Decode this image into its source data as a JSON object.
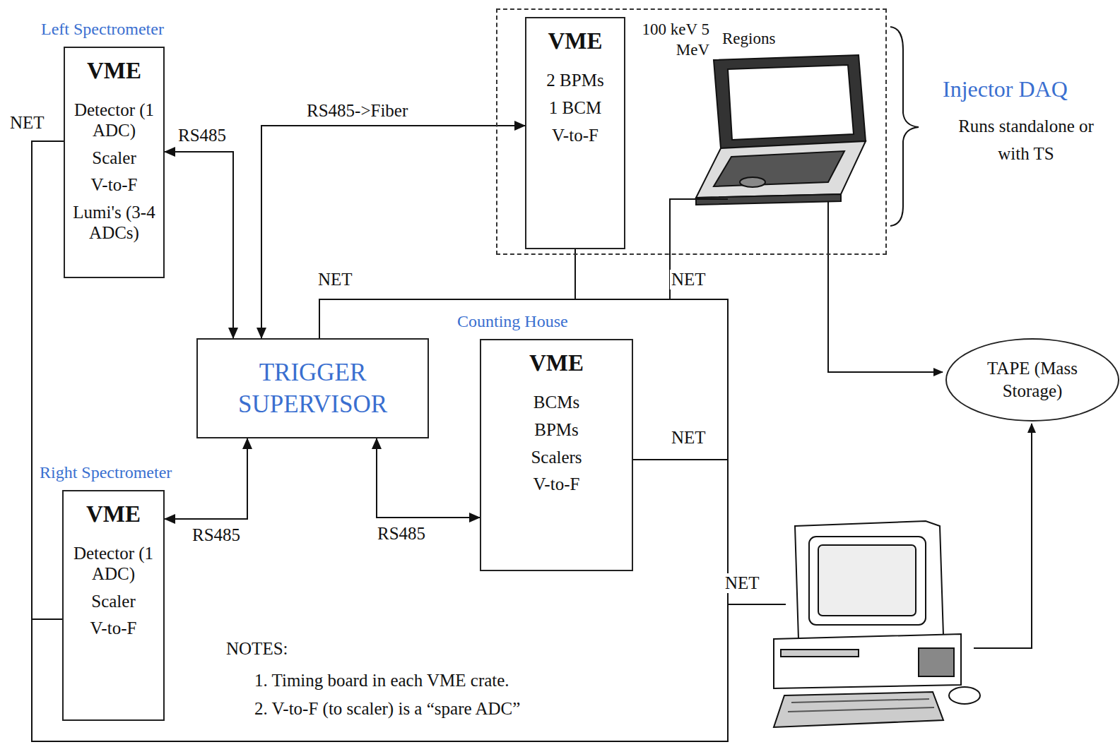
{
  "diagram": {
    "nodes": [
      {
        "text": [
          "Left Spectrometer",
          "VME",
          "Detector (1 ADC)",
          "Scaler",
          "V-to-F",
          "Lumi's (3-4 ADCs)"
        ]
      },
      {
        "text": [
          "100 keV 5 MeV",
          "Regions"
        ]
      },
      {
        "text": [
          "VME",
          "2 BPMs",
          "1 BCM",
          "V-to-F"
        ],
        "in": 1
      },
      {
        "text": [
          "TRIGGER SUPERVISOR"
        ]
      },
      {
        "text": [
          "Counting House",
          "VME",
          "BCMs",
          "BPMs",
          "Scalers",
          "V-to-F"
        ]
      },
      {
        "text": [
          "Right Spectrometer",
          "VME",
          "Detector (1 ADC)",
          "Scaler",
          "V-to-F"
        ]
      },
      {
        "text": [
          "TAPE (Mass Storage)"
        ]
      }
    ],
    "edges": [
      {
        "from": 0,
        "to": 3,
        "arrow": "both",
        "label": "RS485"
      },
      {
        "from": 3,
        "to": 2,
        "arrow": "both",
        "label": "RS485->Fiber"
      },
      {
        "from": 5,
        "to": 3,
        "arrow": "both",
        "label": "RS485"
      },
      {
        "from": 4,
        "to": 3,
        "arrow": "both",
        "label": "RS485"
      },
      {
        "from": 3,
        "to": 4,
        "arrow": "none"
      },
      {
        "from": 2,
        "to": 4,
        "arrow": "none"
      },
      {
        "from": 0,
        "to": 4,
        "arrow": "none"
      },
      {
        "from": 5,
        "to": 4,
        "arrow": "none"
      }
    ],
    "labels": [
      "NET",
      "NET",
      "NET",
      "NET",
      "NET",
      "Injector DAQ",
      "Runs standalone or with TS",
      "NOTES:",
      "1. Timing board in each VME crate.",
      "2. V-to-F (to scaler) is a “spare ADC”"
    ]
  }
}
